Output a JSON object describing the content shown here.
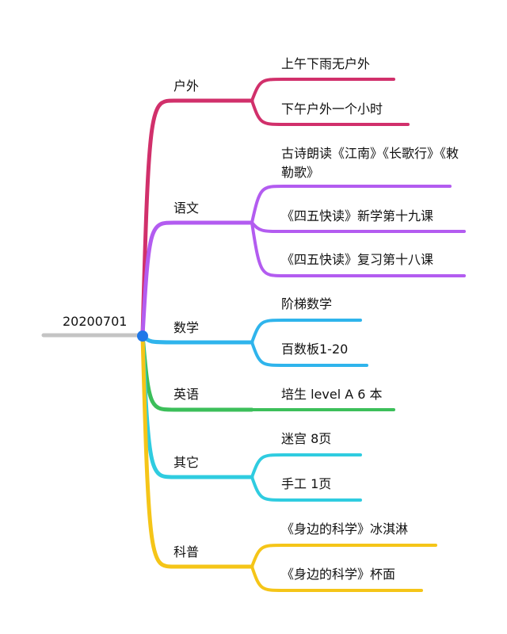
{
  "root": {
    "label": "20200701",
    "color": "#c4c4c4",
    "dot_color": "#1f78e8"
  },
  "branches": [
    {
      "label": "户外",
      "color": "#d1306b",
      "items": [
        "上午下雨无户外",
        "下午户外一个小时"
      ]
    },
    {
      "label": "语文",
      "color": "#b35cf0",
      "items": [
        "古诗朗读《江南》《长歌行》《敕勒歌》",
        "《四五快读》新学第十九课",
        "《四五快读》复习第十八课"
      ]
    },
    {
      "label": "数学",
      "color": "#2fb4ec",
      "items": [
        "阶梯数学",
        "百数板1-20"
      ]
    },
    {
      "label": "英语",
      "color": "#3cbf5a",
      "items": [
        "培生 level A 6 本"
      ]
    },
    {
      "label": "其它",
      "color": "#2fcce0",
      "items": [
        "迷宫 8页",
        "手工 1页"
      ]
    },
    {
      "label": "科普",
      "color": "#f5c518",
      "items": [
        "《身边的科学》冰淇淋",
        "《身边的科学》杯面"
      ]
    }
  ]
}
